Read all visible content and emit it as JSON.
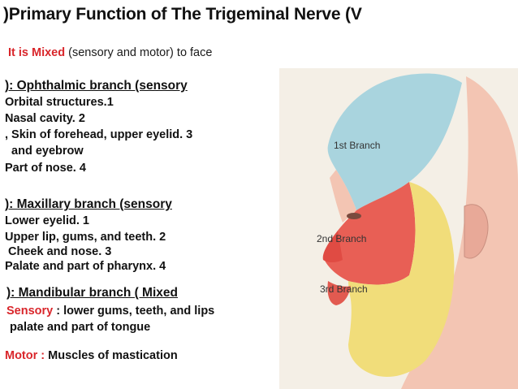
{
  "title": ")Primary Function of The Trigeminal Nerve (V",
  "intro": {
    "highlight": "It is Mixed",
    "rest": " (sensory and motor) to face"
  },
  "ophthalmic": {
    "heading": "): Ophthalmic branch (sensory",
    "items": [
      "Orbital structures.1",
      "Nasal cavity. 2",
      ", Skin of forehead, upper eyelid. 3",
      "  and eyebrow",
      "Part of nose. 4"
    ]
  },
  "maxillary": {
    "heading": "): Maxillary branch (sensory",
    "items": [
      "Lower eyelid. 1",
      "Upper lip, gums, and teeth. 2",
      " Cheek and nose. 3",
      "Palate and part of pharynx. 4"
    ]
  },
  "mandibular": {
    "heading": "): Mandibular branch ( Mixed",
    "sensory_label": "Sensory",
    "sensory_text": " : lower gums, teeth, and lips",
    "sensory_text2": " palate and part of tongue",
    "motor_label": "Motor :",
    "motor_text": " Muscles of mastication"
  },
  "figure": {
    "labels": [
      "1st Branch",
      "2nd Branch",
      "3rd Branch"
    ],
    "colors": {
      "branch1": "#a9d4de",
      "branch2": "#e85f55",
      "branch3": "#f1dd7a",
      "skin": "#f3c5b3",
      "background": "#f4efe6"
    }
  }
}
